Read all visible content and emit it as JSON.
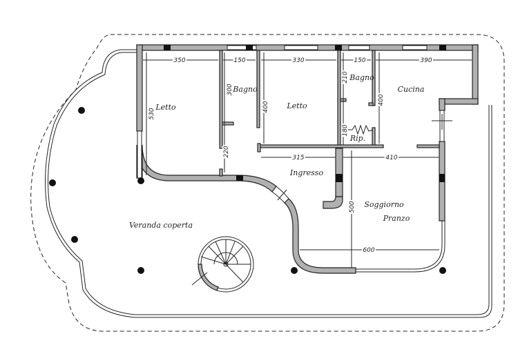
{
  "rooms": {
    "letto_1": "Letto",
    "bagno_1": "Bagno",
    "letto_2": "Letto",
    "bagno_2": "Bagno",
    "cucina": "Cucina",
    "rip": "Rip.",
    "ingresso": "Ingresso",
    "soggiorno": "Soggiorno",
    "pranzo": "Pranzo",
    "veranda": "Veranda coperta"
  },
  "dimensions": {
    "top_letto_1": "350",
    "top_bagno_1": "150",
    "top_letto_2": "330",
    "top_bagno_2": "150",
    "top_cucina": "390",
    "v_letto_1": "530",
    "v_bagno_1": "300",
    "v_bagno_1_lower": "220",
    "v_letto_2": "400",
    "v_bagno_2": "210",
    "v_rip": "180",
    "v_cucina": "400",
    "h_ingresso": "315",
    "h_soggiorno": "410",
    "v_soggiorno": "500",
    "h_bottom": "600"
  },
  "colors": {
    "wall": "#b0b0b0",
    "line": "#222222",
    "column": "#111111"
  }
}
